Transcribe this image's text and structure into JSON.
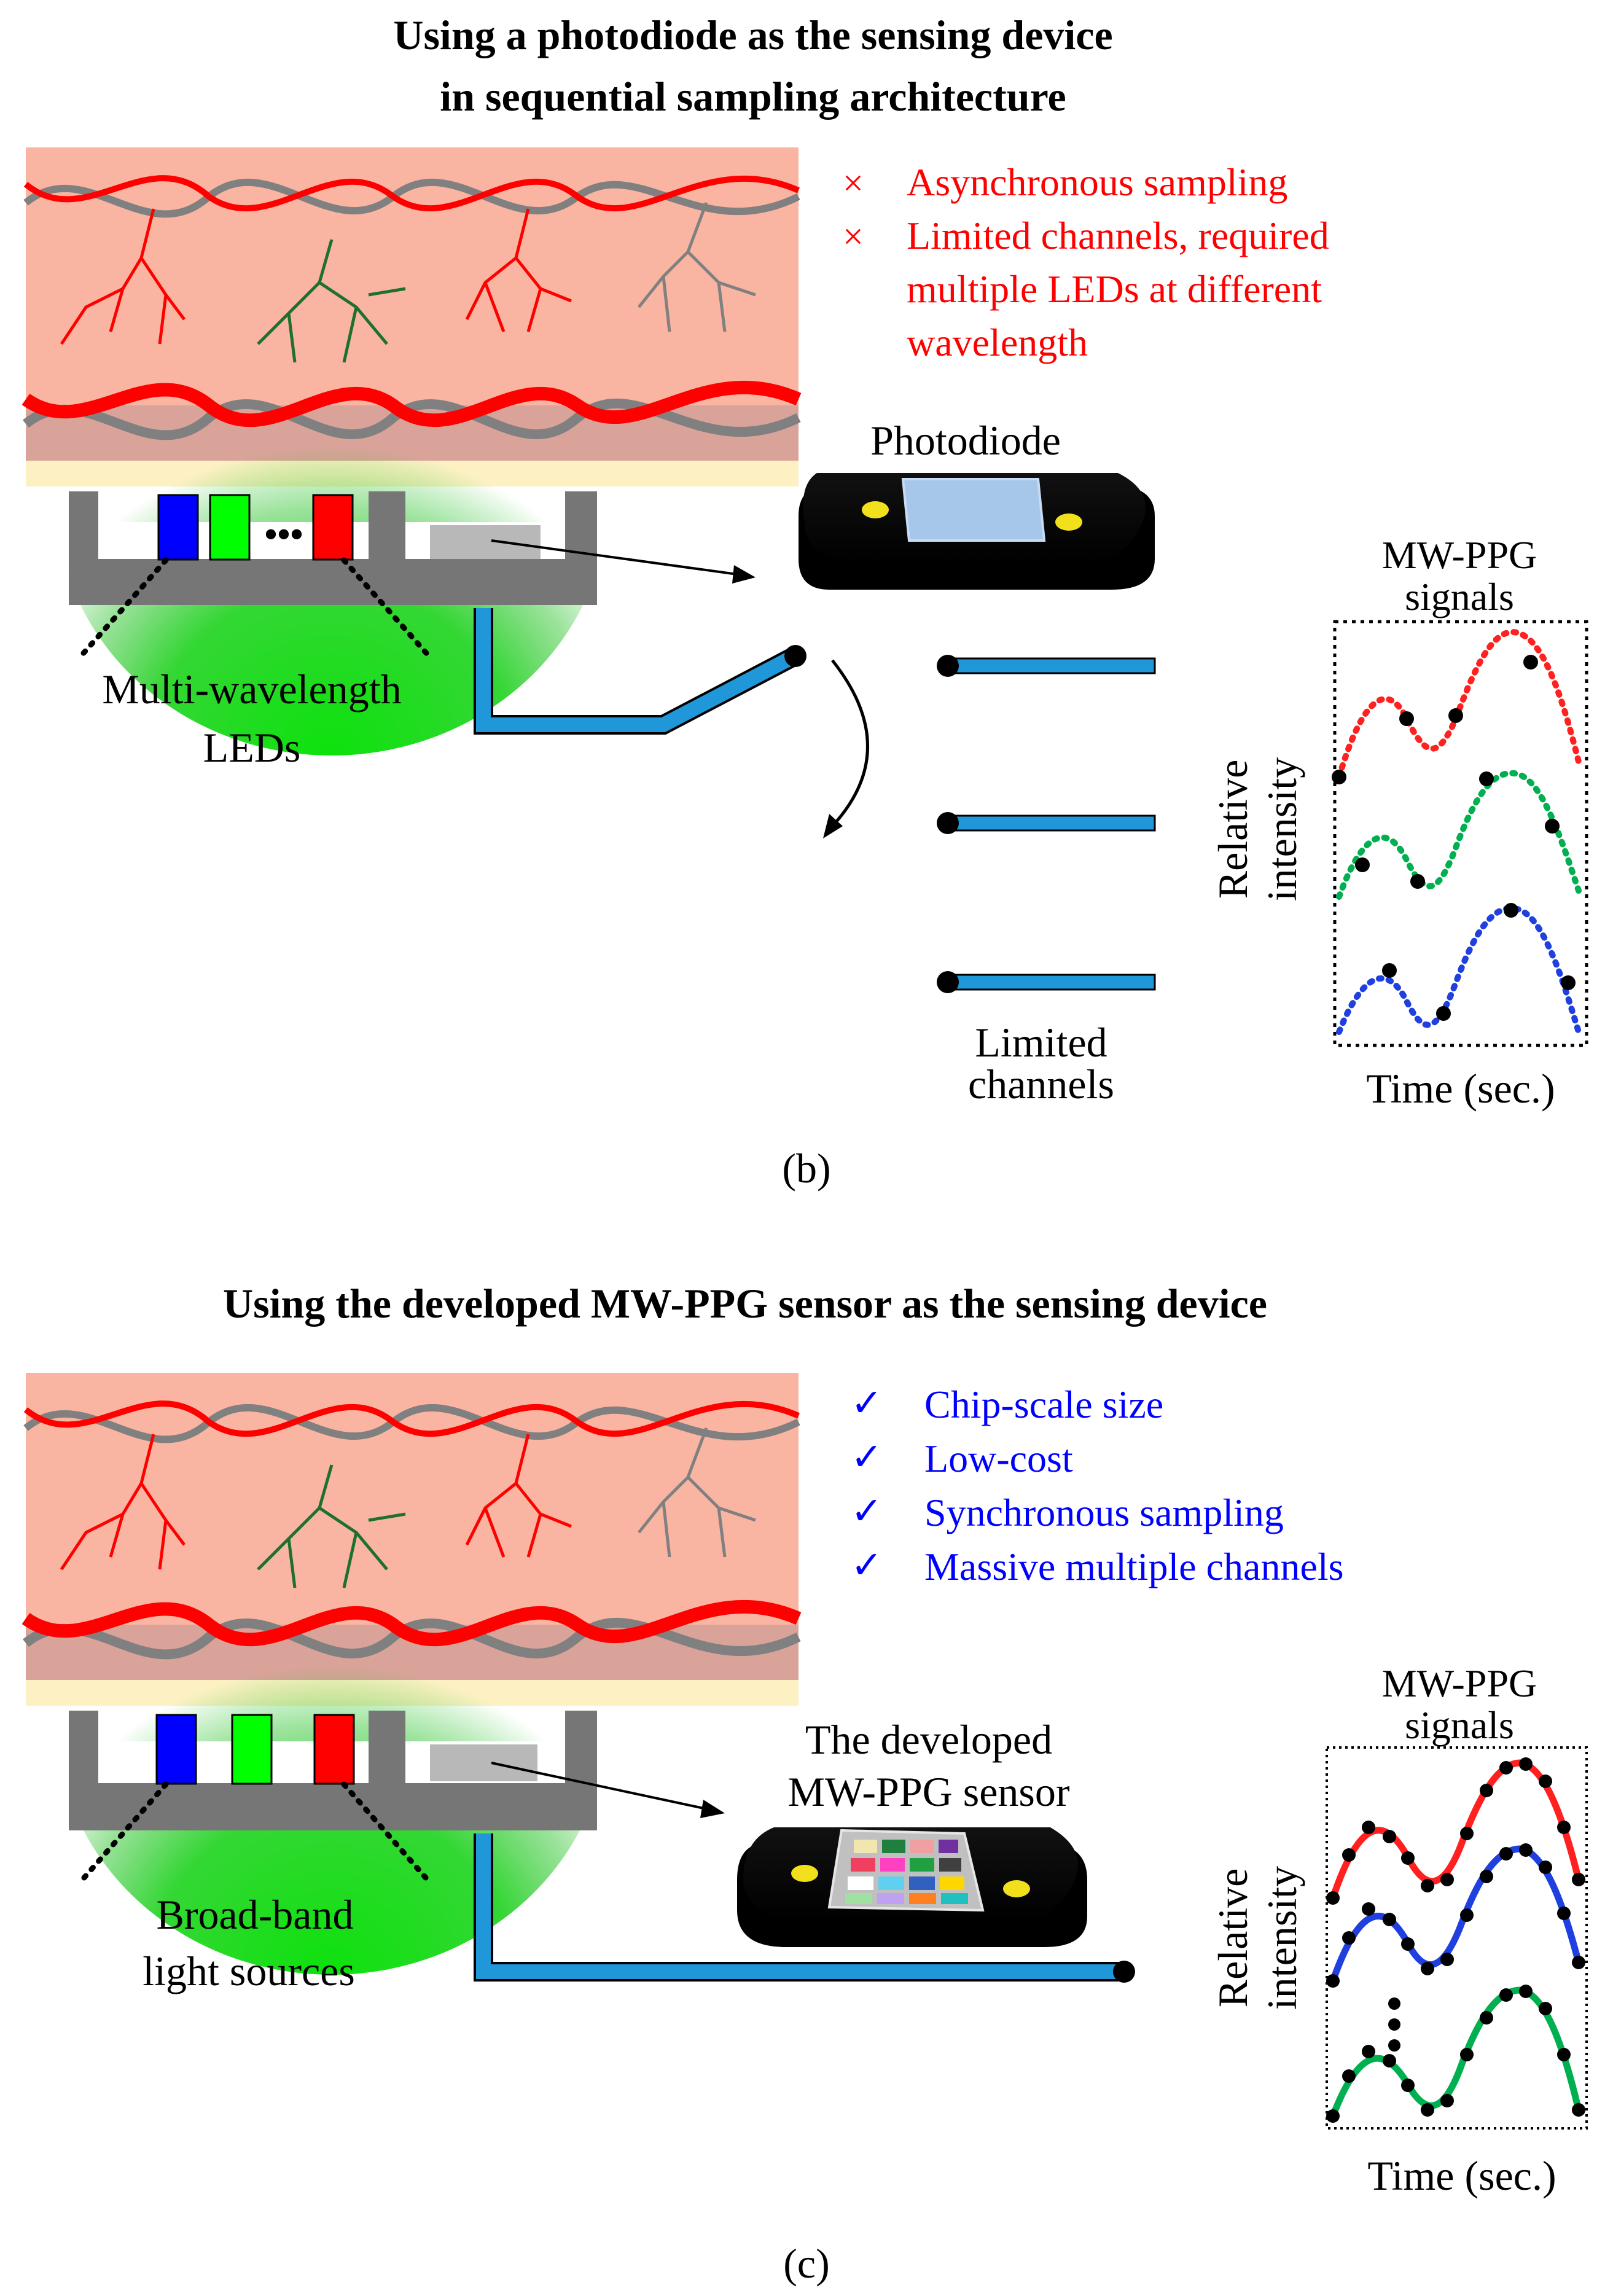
{
  "panel_b": {
    "title_line1": "Using a photodiode as the sensing device",
    "title_line2": "in sequential sampling architecture",
    "drawbacks": [
      {
        "mark": "×",
        "line1": "Asynchronous sampling",
        "line2": "",
        "line3": ""
      },
      {
        "mark": "×",
        "line1": "Limited channels, required",
        "line2": "multiple LEDs at different",
        "line3": "wavelength"
      }
    ],
    "photodiode_label": "Photodiode",
    "led_label_line1": "Multi-wavelength",
    "led_label_line2": "LEDs",
    "led_ellipsis": "•••",
    "channels_label_line1": "Limited",
    "channels_label_line2": "channels",
    "signals_title_line1": "MW-PPG",
    "signals_title_line2": "signals",
    "ylabel_line1": "Relative",
    "ylabel_line2": "intensity",
    "xlabel": "Time (sec.)",
    "caption": "(b)"
  },
  "panel_c": {
    "title": "Using the developed MW-PPG sensor as the sensing device",
    "advantages": [
      {
        "mark": "✓",
        "text": "Chip-scale size"
      },
      {
        "mark": "✓",
        "text": "Low-cost"
      },
      {
        "mark": "✓",
        "text": "Synchronous sampling"
      },
      {
        "mark": "✓",
        "text": "Massive multiple channels"
      }
    ],
    "sensor_label_line1": "The developed",
    "sensor_label_line2": "MW-PPG sensor",
    "source_label_line1": "Broad-band",
    "source_label_line2": "light sources",
    "signals_title_line1": "MW-PPG",
    "signals_title_line2": "signals",
    "ylabel_line1": "Relative",
    "ylabel_line2": "intensity",
    "xlabel": "Time (sec.)",
    "caption": "(c)"
  },
  "colors": {
    "skin": "#f9b5a2",
    "dermis": "#d9a39a",
    "epidermis": "#fdf1c4",
    "vessel_red": "#ff0000",
    "vessel_gray": "#808080",
    "glow_green": "#00e000",
    "housing": "#767676",
    "cable": "#1f97d8",
    "led_blue": "#0000ff",
    "led_green": "#00ff00",
    "led_red": "#ff0000",
    "signal_red": "#ff2020",
    "signal_green": "#00b050",
    "signal_blue": "#1f3fdf"
  }
}
